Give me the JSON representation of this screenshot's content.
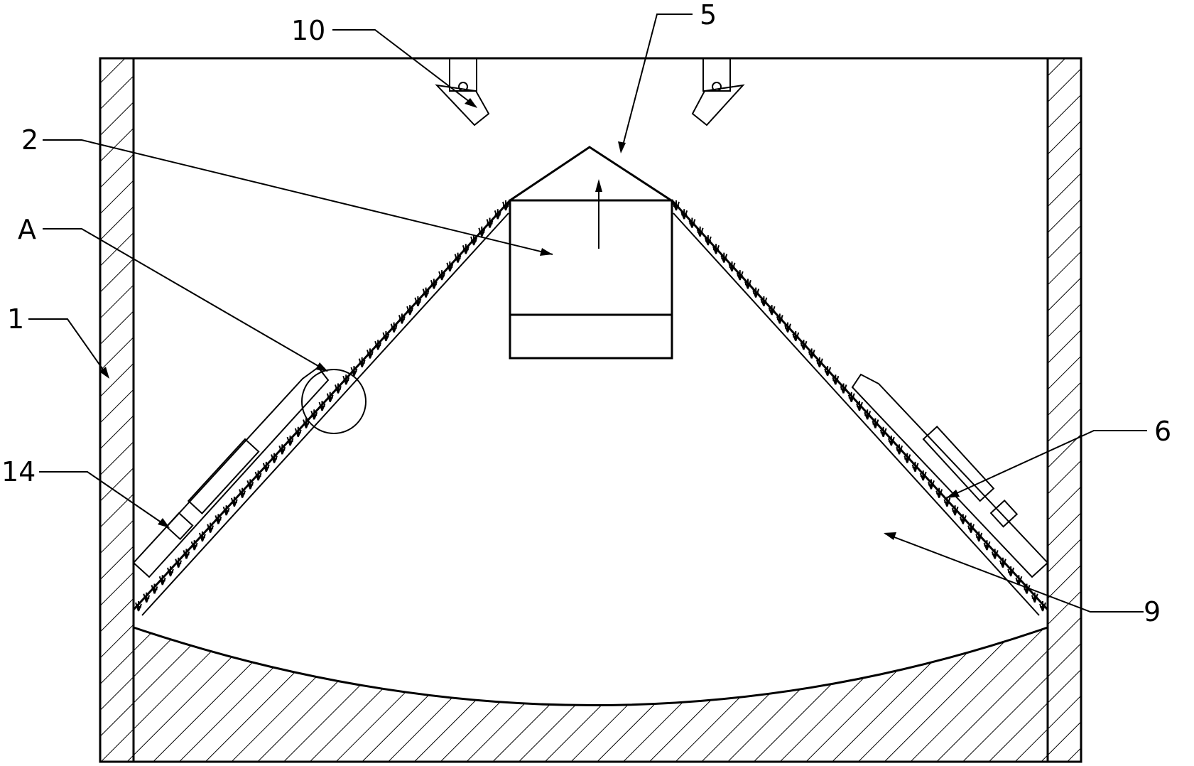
{
  "diagram": {
    "labels": {
      "l10": "10",
      "l5": "5",
      "l2": "2",
      "lA": "A",
      "l1": "1",
      "l14": "14",
      "l6": "6",
      "l9": "9"
    },
    "colors": {
      "line": "#000000",
      "background": "#ffffff",
      "hatch": "#000000"
    }
  }
}
